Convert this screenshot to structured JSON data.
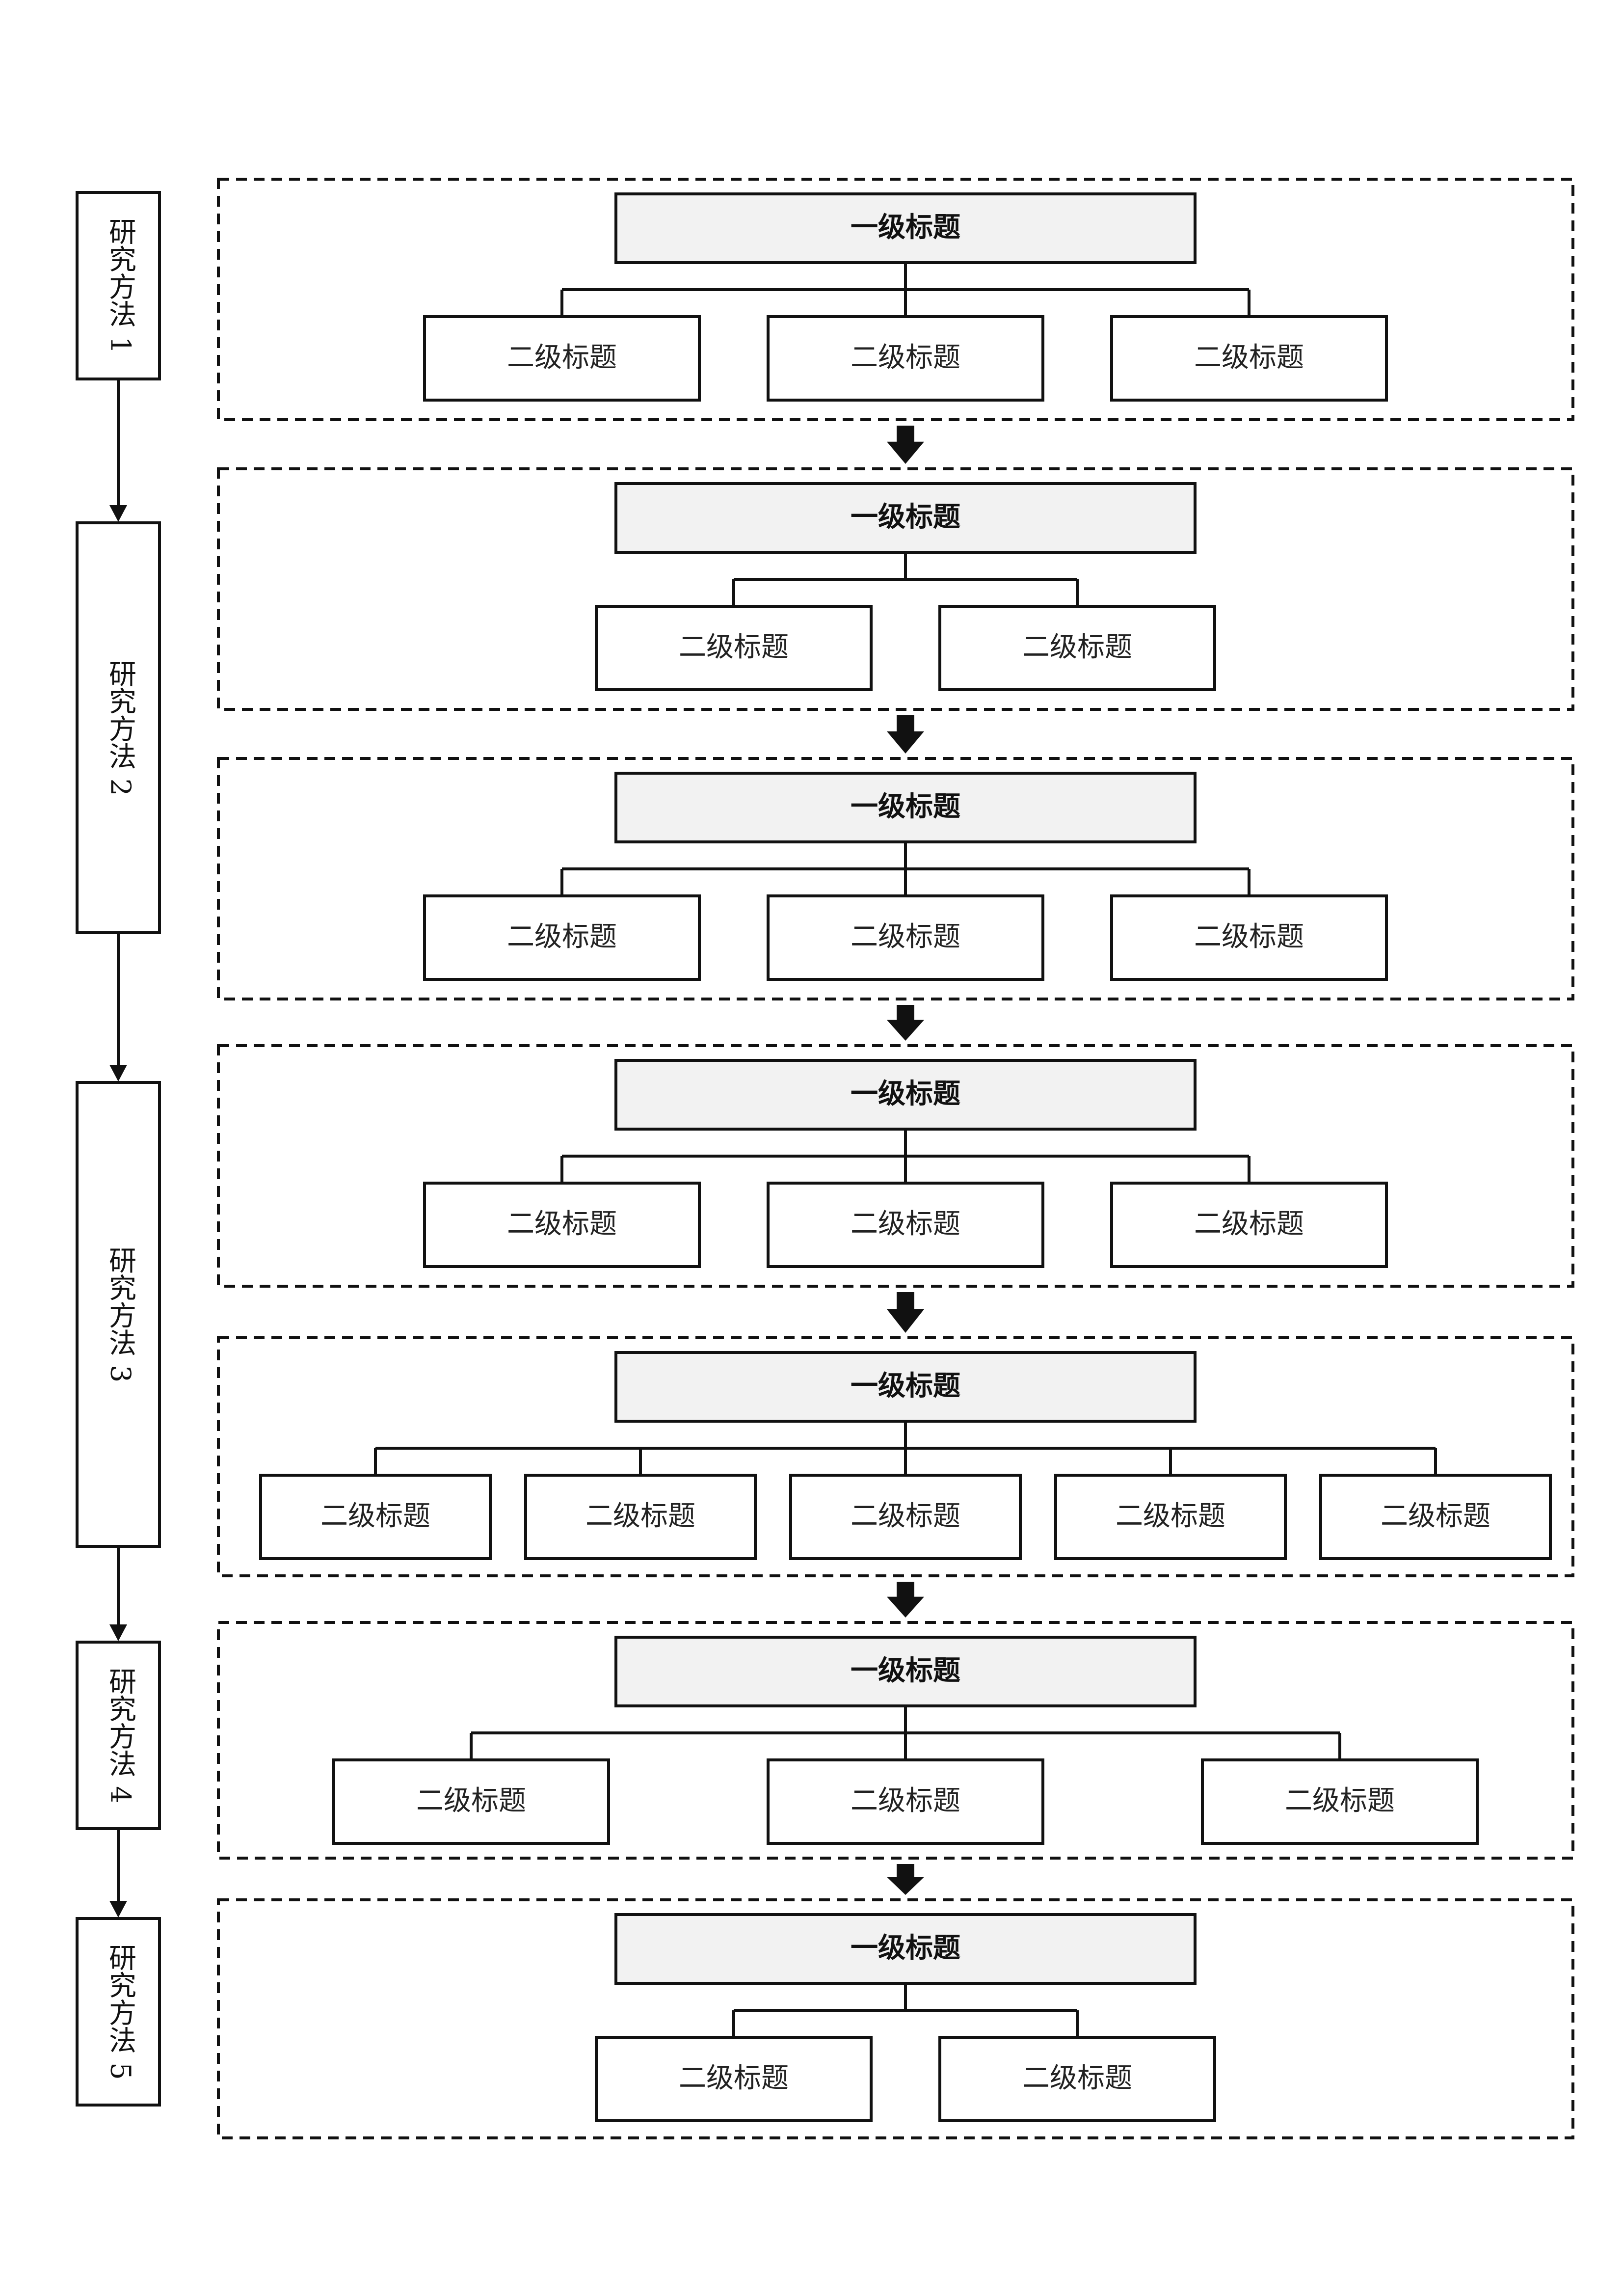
{
  "methods": [
    {
      "label": "研究方法 1"
    },
    {
      "label": "研究方法 2"
    },
    {
      "label": "研究方法 3"
    },
    {
      "label": "研究方法 4"
    },
    {
      "label": "研究方法 5"
    }
  ],
  "groups": [
    {
      "level1": "一级标题",
      "level2": [
        "二级标题",
        "二级标题",
        "二级标题"
      ]
    },
    {
      "level1": "一级标题",
      "level2": [
        "二级标题",
        "二级标题"
      ]
    },
    {
      "level1": "一级标题",
      "level2": [
        "二级标题",
        "二级标题",
        "二级标题"
      ]
    },
    {
      "level1": "一级标题",
      "level2": [
        "二级标题",
        "二级标题",
        "二级标题"
      ]
    },
    {
      "level1": "一级标题",
      "level2": [
        "二级标题",
        "二级标题",
        "二级标题",
        "二级标题",
        "二级标题"
      ]
    },
    {
      "level1": "一级标题",
      "level2": [
        "二级标题",
        "二级标题",
        "二级标题"
      ]
    },
    {
      "level1": "一级标题",
      "level2": [
        "二级标题",
        "二级标题"
      ]
    }
  ],
  "colors": {
    "line": "#111111",
    "level1_fill": "#f2f2f2",
    "level2_fill": "#ffffff"
  }
}
